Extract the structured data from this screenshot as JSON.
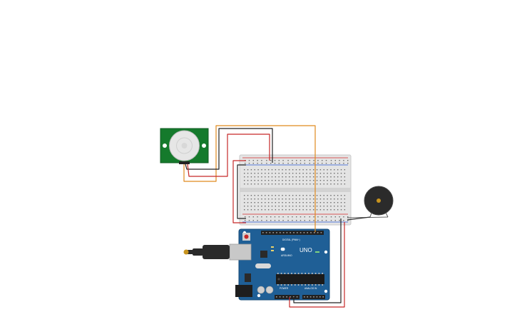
{
  "arduino": {
    "logo_text": "UNO",
    "brand_text": "ARDUINO",
    "header_power_label": "POWER",
    "header_analog_label": "ANALOG IN",
    "header_digital_label": "DIGITAL (PWM~)",
    "board_color": "#1f5f96"
  },
  "pir_sensor": {
    "board_color": "#157a2c",
    "dome_color": "#e6e6e6"
  },
  "breadboard": {
    "body_color": "#e4e4e4",
    "rail_red": "#d62828",
    "rail_blue": "#2a5bd7"
  },
  "buzzer": {
    "body_color": "#2b2b2b",
    "center_color": "#c8941e"
  },
  "wires": {
    "colors": {
      "orange": "#e08a1e",
      "black": "#222222",
      "red": "#c62828",
      "dark": "#333333"
    }
  }
}
